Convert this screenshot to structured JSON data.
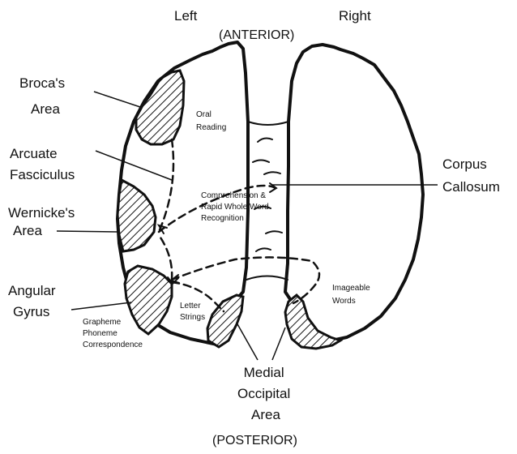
{
  "orientation": {
    "left": "Left",
    "right": "Right",
    "anterior": "(ANTERIOR)",
    "posterior": "(POSTERIOR)"
  },
  "regions": {
    "broca": [
      "Broca's",
      "Area"
    ],
    "arcuate": [
      "Arcuate",
      "Fasciculus"
    ],
    "wernicke": [
      "Wernicke's",
      "Area"
    ],
    "angular": [
      "Angular",
      "Gyrus"
    ],
    "corpus": [
      "Corpus",
      "Callosum"
    ],
    "medial_occipital": [
      "Medial",
      "Occipital",
      "Area"
    ]
  },
  "pathways": {
    "oral_reading": [
      "Oral",
      "Reading"
    ],
    "comprehension": [
      "Comprehension &",
      "Rapid Whole Word",
      "Recognition"
    ],
    "grapheme": [
      "Grapheme",
      "Phoneme",
      "Correspondence"
    ],
    "letter_strings": [
      "Letter",
      "Strings"
    ],
    "imageable_words": [
      "Imageable",
      "Words"
    ]
  }
}
